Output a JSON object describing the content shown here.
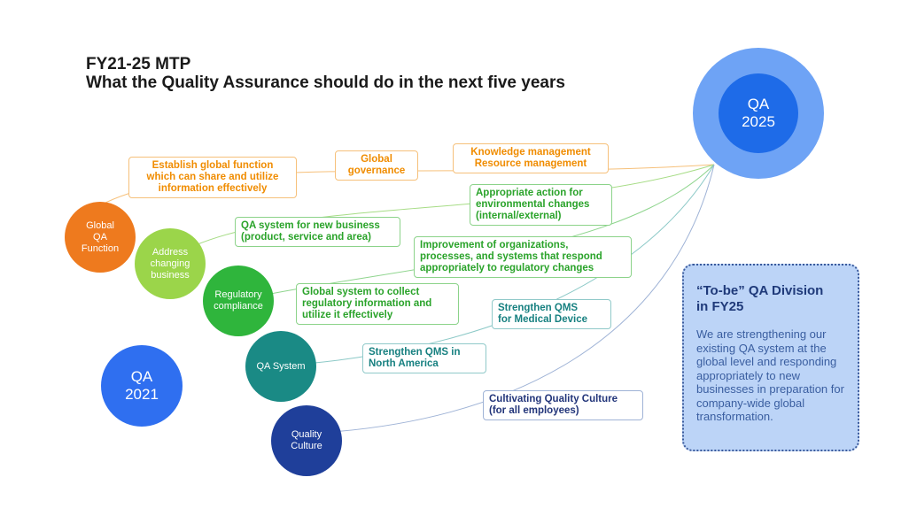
{
  "title": {
    "line1": "FY21-25 MTP",
    "line2": "What the Quality Assurance should do in the next five years"
  },
  "qa_2021": "QA\n2021",
  "qa_2025": "QA\n2025",
  "areas": [
    {
      "id": "global",
      "label": "Global\nQA\nFunction",
      "color": "#ee7a1e"
    },
    {
      "id": "business",
      "label": "Address\nchanging\nbusiness",
      "color": "#9bd54a"
    },
    {
      "id": "regulatory",
      "label": "Regulatory\ncompliance",
      "color": "#2fb53c"
    },
    {
      "id": "system",
      "label": "QA System",
      "color": "#1a8a85"
    },
    {
      "id": "culture",
      "label": "Quality\nCulture",
      "color": "#1f3f9a"
    }
  ],
  "initiatives": [
    {
      "id": "establish",
      "text": "Establish global function\nwhich can share and utilize\ninformation effectively"
    },
    {
      "id": "governance",
      "text": "Global\ngovernance"
    },
    {
      "id": "knowledge",
      "text": "Knowledge management\nResource management"
    },
    {
      "id": "environmental",
      "text": "Appropriate action for\nenvironmental changes\n(internal/external)"
    },
    {
      "id": "new-business",
      "text": "QA system for new business\n(product, service and area)"
    },
    {
      "id": "org-improvement",
      "text": "Improvement of  organizations,\nprocesses, and systems that respond\nappropriately to regulatory changes"
    },
    {
      "id": "global-system",
      "text": "Global system to collect\nregulatory information and\nutilize it effectively"
    },
    {
      "id": "qms-medical",
      "text": "Strengthen QMS\nfor Medical Device"
    },
    {
      "id": "qms-na",
      "text": "Strengthen QMS in\nNorth America"
    },
    {
      "id": "culture",
      "text": "Cultivating Quality Culture\n(for all employees)"
    }
  ],
  "tobe": {
    "title": "“To-be” QA Division\nin FY25",
    "body": "We are strengthening our existing QA system at the global level and responding appropriately to new businesses in preparation for company-wide global transformation."
  }
}
